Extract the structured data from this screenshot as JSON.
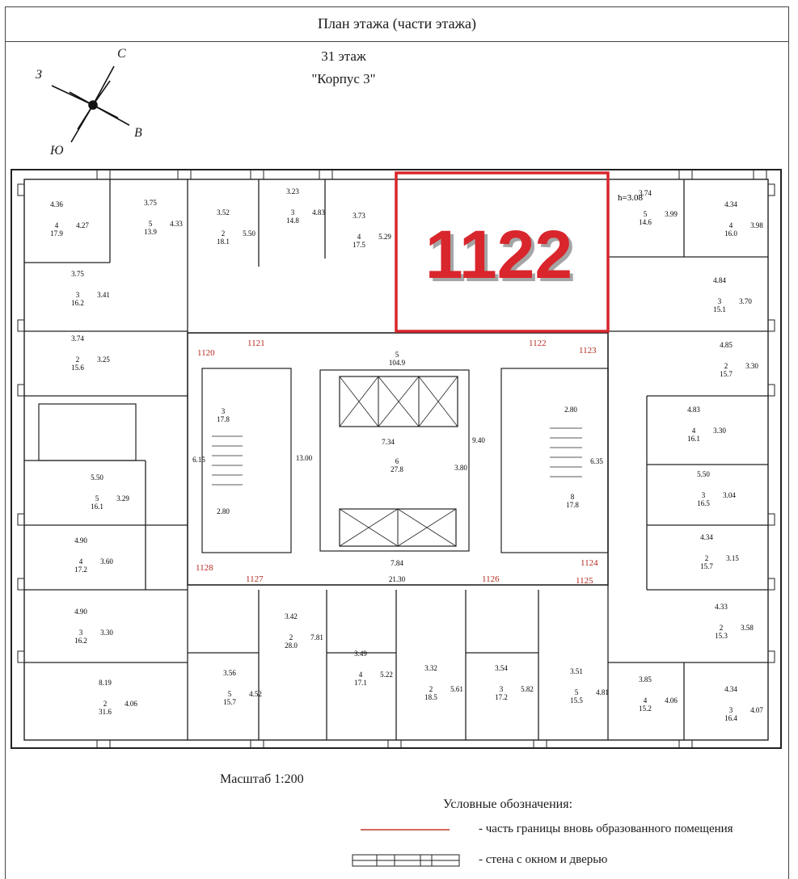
{
  "header": {
    "title": "План  этажа (части этажа)",
    "floor": "31 этаж",
    "building": "\"Корпус 3\""
  },
  "compass": {
    "north": "С",
    "west": "З",
    "south": "Ю",
    "east": "В"
  },
  "highlight": {
    "unit": "1122",
    "color": "#d8262c"
  },
  "ceiling": "h=3.08",
  "units": [
    "1120",
    "1121",
    "1122",
    "1123",
    "1124",
    "1125",
    "1126",
    "1127",
    "1128"
  ],
  "rooms": [
    {
      "id": "r1",
      "num": "4",
      "area": "17.9",
      "d1": "4.36",
      "d2": "4.27"
    },
    {
      "id": "r2",
      "num": "5",
      "area": "13.9",
      "d1": "3.75",
      "d2": "4.33"
    },
    {
      "id": "r3",
      "num": "2",
      "area": "18.1",
      "d1": "3.52",
      "d2": "5.50"
    },
    {
      "id": "r4",
      "num": "3",
      "area": "14.8",
      "d1": "3.23",
      "d2": "4.83"
    },
    {
      "id": "r5",
      "num": "4",
      "area": "17.5",
      "d1": "3.73",
      "d2": "5.29"
    },
    {
      "id": "r6",
      "num": "5",
      "area": "14.6",
      "d1": "3.74",
      "d2": "3.99"
    },
    {
      "id": "r7",
      "num": "4",
      "area": "16.0",
      "d1": "4.34",
      "d2": "3.98"
    },
    {
      "id": "r8",
      "num": "3",
      "area": "16.2",
      "d1": "3.75",
      "d2": "3.41"
    },
    {
      "id": "r9",
      "num": "2",
      "area": "15.6",
      "d1": "3.74",
      "d2": "3.25"
    },
    {
      "id": "r10",
      "num": "3",
      "area": "15.1",
      "d1": "4.84",
      "d2": "3.70"
    },
    {
      "id": "r11",
      "num": "2",
      "area": "15.7",
      "d1": "4.85",
      "d2": "3.30"
    },
    {
      "id": "r12",
      "num": "4",
      "area": "16.1",
      "d1": "4.83",
      "d2": "3.30"
    },
    {
      "id": "r13",
      "num": "5",
      "area": "16.1",
      "d1": "5.50",
      "d2": "3.29"
    },
    {
      "id": "r14",
      "num": "3",
      "area": "16.5",
      "d1": "5.50",
      "d2": "3.04"
    },
    {
      "id": "r15",
      "num": "4",
      "area": "17.2",
      "d1": "4.90",
      "d2": "3.60"
    },
    {
      "id": "r16",
      "num": "2",
      "area": "15.7",
      "d1": "4.34",
      "d2": "3.15"
    },
    {
      "id": "r17",
      "num": "3",
      "area": "16.2",
      "d1": "4.90",
      "d2": "3.30"
    },
    {
      "id": "r18",
      "num": "2",
      "area": "15.3",
      "d1": "4.33",
      "d2": "3.58"
    },
    {
      "id": "r19",
      "num": "2",
      "area": "31.6",
      "d1": "8.19",
      "d2": "4.06"
    },
    {
      "id": "r20",
      "num": "5",
      "area": "15.7",
      "d1": "3.56",
      "d2": "4.52"
    },
    {
      "id": "r21",
      "num": "2",
      "area": "28.0",
      "d1": "3.42",
      "d2": "7.81"
    },
    {
      "id": "r22",
      "num": "4",
      "area": "17.1",
      "d1": "3.49",
      "d2": "5.22"
    },
    {
      "id": "r23",
      "num": "2",
      "area": "18.5",
      "d1": "3.32",
      "d2": "5.61"
    },
    {
      "id": "r24",
      "num": "3",
      "area": "17.2",
      "d1": "3.54",
      "d2": "5.82"
    },
    {
      "id": "r25",
      "num": "5",
      "area": "15.5",
      "d1": "3.51",
      "d2": "4.81"
    },
    {
      "id": "r26",
      "num": "4",
      "area": "15.2",
      "d1": "3.85",
      "d2": "4.06"
    },
    {
      "id": "r27",
      "num": "3",
      "area": "16.4",
      "d1": "4.34",
      "d2": "4.07"
    }
  ],
  "core": {
    "corridor_top": {
      "num": "5",
      "area": "104.9"
    },
    "lobby": {
      "num": "6",
      "area": "27.8",
      "w": "7.34",
      "h1": "3.80",
      "h2": "9.40"
    },
    "stair_left": {
      "num": "3",
      "area": "17.8",
      "w": "2.80",
      "h": "6.15"
    },
    "stair_right": {
      "num": "8",
      "area": "17.8",
      "w": "2.80",
      "h": "6.35"
    },
    "corridor_height": "13.00",
    "corridor_bottom_width": "21.30",
    "core_width": "7.84"
  },
  "scale": "Масштаб 1:200",
  "legend": {
    "title": "Условные обозначения:",
    "red_line": "- часть границы вновь образованного помещения",
    "wall": "- стена с окном и  дверью"
  }
}
